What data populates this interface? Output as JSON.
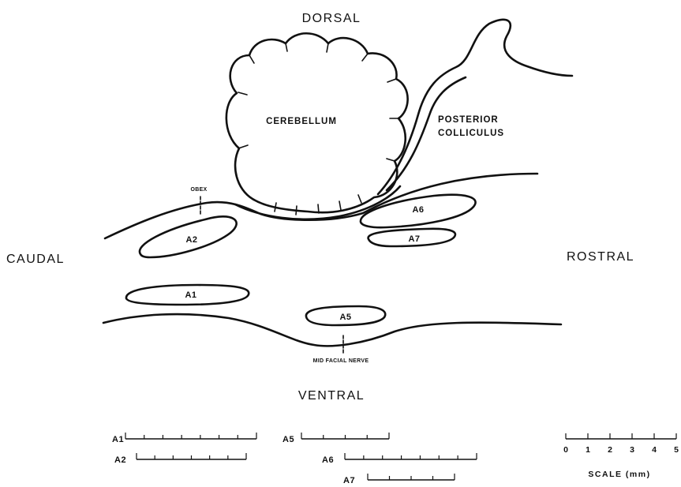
{
  "orientation": {
    "dorsal": "DORSAL",
    "ventral": "VENTRAL",
    "caudal": "CAUDAL",
    "rostral": "ROSTRAL"
  },
  "structures": {
    "cerebellum": "CEREBELLUM",
    "posterior": "POSTERIOR",
    "colliculus": "COLLICULUS",
    "obex": "OBEX",
    "mid_facial_nerve": "MID FACIAL NERVE"
  },
  "cell_groups": {
    "a1": "A1",
    "a2": "A2",
    "a5": "A5",
    "a6": "A6",
    "a7": "A7"
  },
  "extent_bars": [
    {
      "label": "A1",
      "ticks": 8
    },
    {
      "label": "A2",
      "ticks": 7
    },
    {
      "label": "A5",
      "ticks": 5
    },
    {
      "label": "A6",
      "ticks": 8
    },
    {
      "label": "A7",
      "ticks": 5
    }
  ],
  "scale": {
    "caption": "SCALE (mm)",
    "numbers": [
      "0",
      "1",
      "2",
      "3",
      "4",
      "5"
    ]
  }
}
